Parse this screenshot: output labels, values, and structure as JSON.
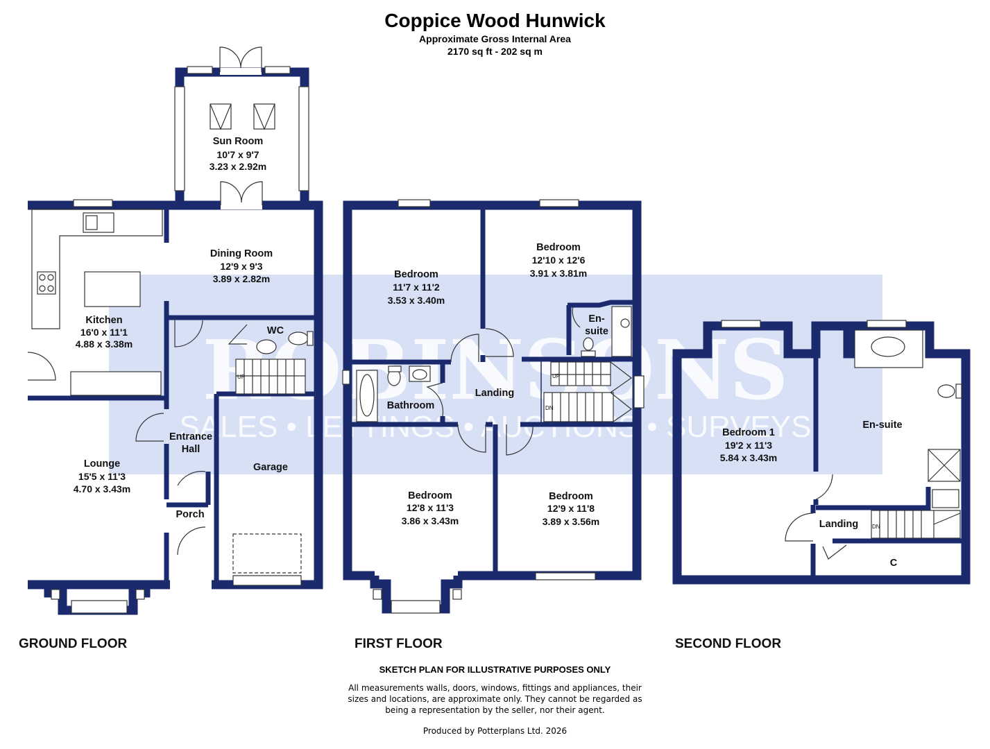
{
  "header": {
    "title": "Coppice Wood Hunwick",
    "subtitle": "Approximate Gross Internal Area",
    "area": "2170 sq ft - 202 sq m"
  },
  "watermark": {
    "brand": "ROBINSONS",
    "services": "SALES • LETTINGS • AUCTIONS • SURVEYS",
    "color": "#c9d6f2"
  },
  "colors": {
    "walls": "#1a2a6c"
  },
  "floors": {
    "ground": {
      "label": "GROUND FLOOR",
      "rooms": {
        "sun_room": {
          "name": "Sun Room",
          "imperial": "10'7 x 9'7",
          "metric": "3.23 x 2.92m"
        },
        "dining_room": {
          "name": "Dining Room",
          "imperial": "12'9 x 9'3",
          "metric": "3.89 x 2.82m"
        },
        "kitchen": {
          "name": "Kitchen",
          "imperial": "16'0 x 11'1",
          "metric": "4.88 x 3.38m"
        },
        "wc": {
          "name": "WC"
        },
        "lounge": {
          "name": "Lounge",
          "imperial": "15'5 x 11'3",
          "metric": "4.70 x 3.43m"
        },
        "entrance_hall": {
          "name_line1": "Entrance",
          "name_line2": "Hall"
        },
        "garage": {
          "name": "Garage"
        },
        "porch": {
          "name": "Porch"
        }
      },
      "stairs_label": "UP"
    },
    "first": {
      "label": "FIRST FLOOR",
      "rooms": {
        "bedroom_rear_left": {
          "name": "Bedroom",
          "imperial": "11'7 x 11'2",
          "metric": "3.53 x 3.40m"
        },
        "bedroom_rear_right": {
          "name": "Bedroom",
          "imperial": "12'10 x 12'6",
          "metric": "3.91 x 3.81m"
        },
        "ensuite": {
          "name_line1": "En-",
          "name_line2": "suite"
        },
        "bathroom": {
          "name": "Bathroom"
        },
        "landing": {
          "name": "Landing"
        },
        "bedroom_front_left": {
          "name": "Bedroom",
          "imperial": "12'8 x 11'3",
          "metric": "3.86 x 3.43m"
        },
        "bedroom_front_right": {
          "name": "Bedroom",
          "imperial": "12'9 x 11'8",
          "metric": "3.89 x 3.56m"
        }
      },
      "stairs_up": "UP",
      "stairs_down": "DN"
    },
    "second": {
      "label": "SECOND FLOOR",
      "rooms": {
        "bedroom_1": {
          "name": "Bedroom 1",
          "imperial": "19'2 x 11'3",
          "metric": "5.84 x 3.43m"
        },
        "ensuite": {
          "name": "En-suite"
        },
        "landing": {
          "name": "Landing"
        },
        "cupboard": {
          "name": "C"
        }
      },
      "stairs_down": "DN"
    }
  },
  "footer": {
    "disclaimer_title": "SKETCH PLAN FOR ILLUSTRATIVE PURPOSES ONLY",
    "disclaimer_line1": "All measurements walls, doors, windows, fittings and appliances, their",
    "disclaimer_line2": "sizes and locations, are approximate only. They cannot be regarded as",
    "disclaimer_line3": "being a representation by the seller, nor their agent.",
    "credit": "Produced by Potterplans Ltd. 2026"
  }
}
